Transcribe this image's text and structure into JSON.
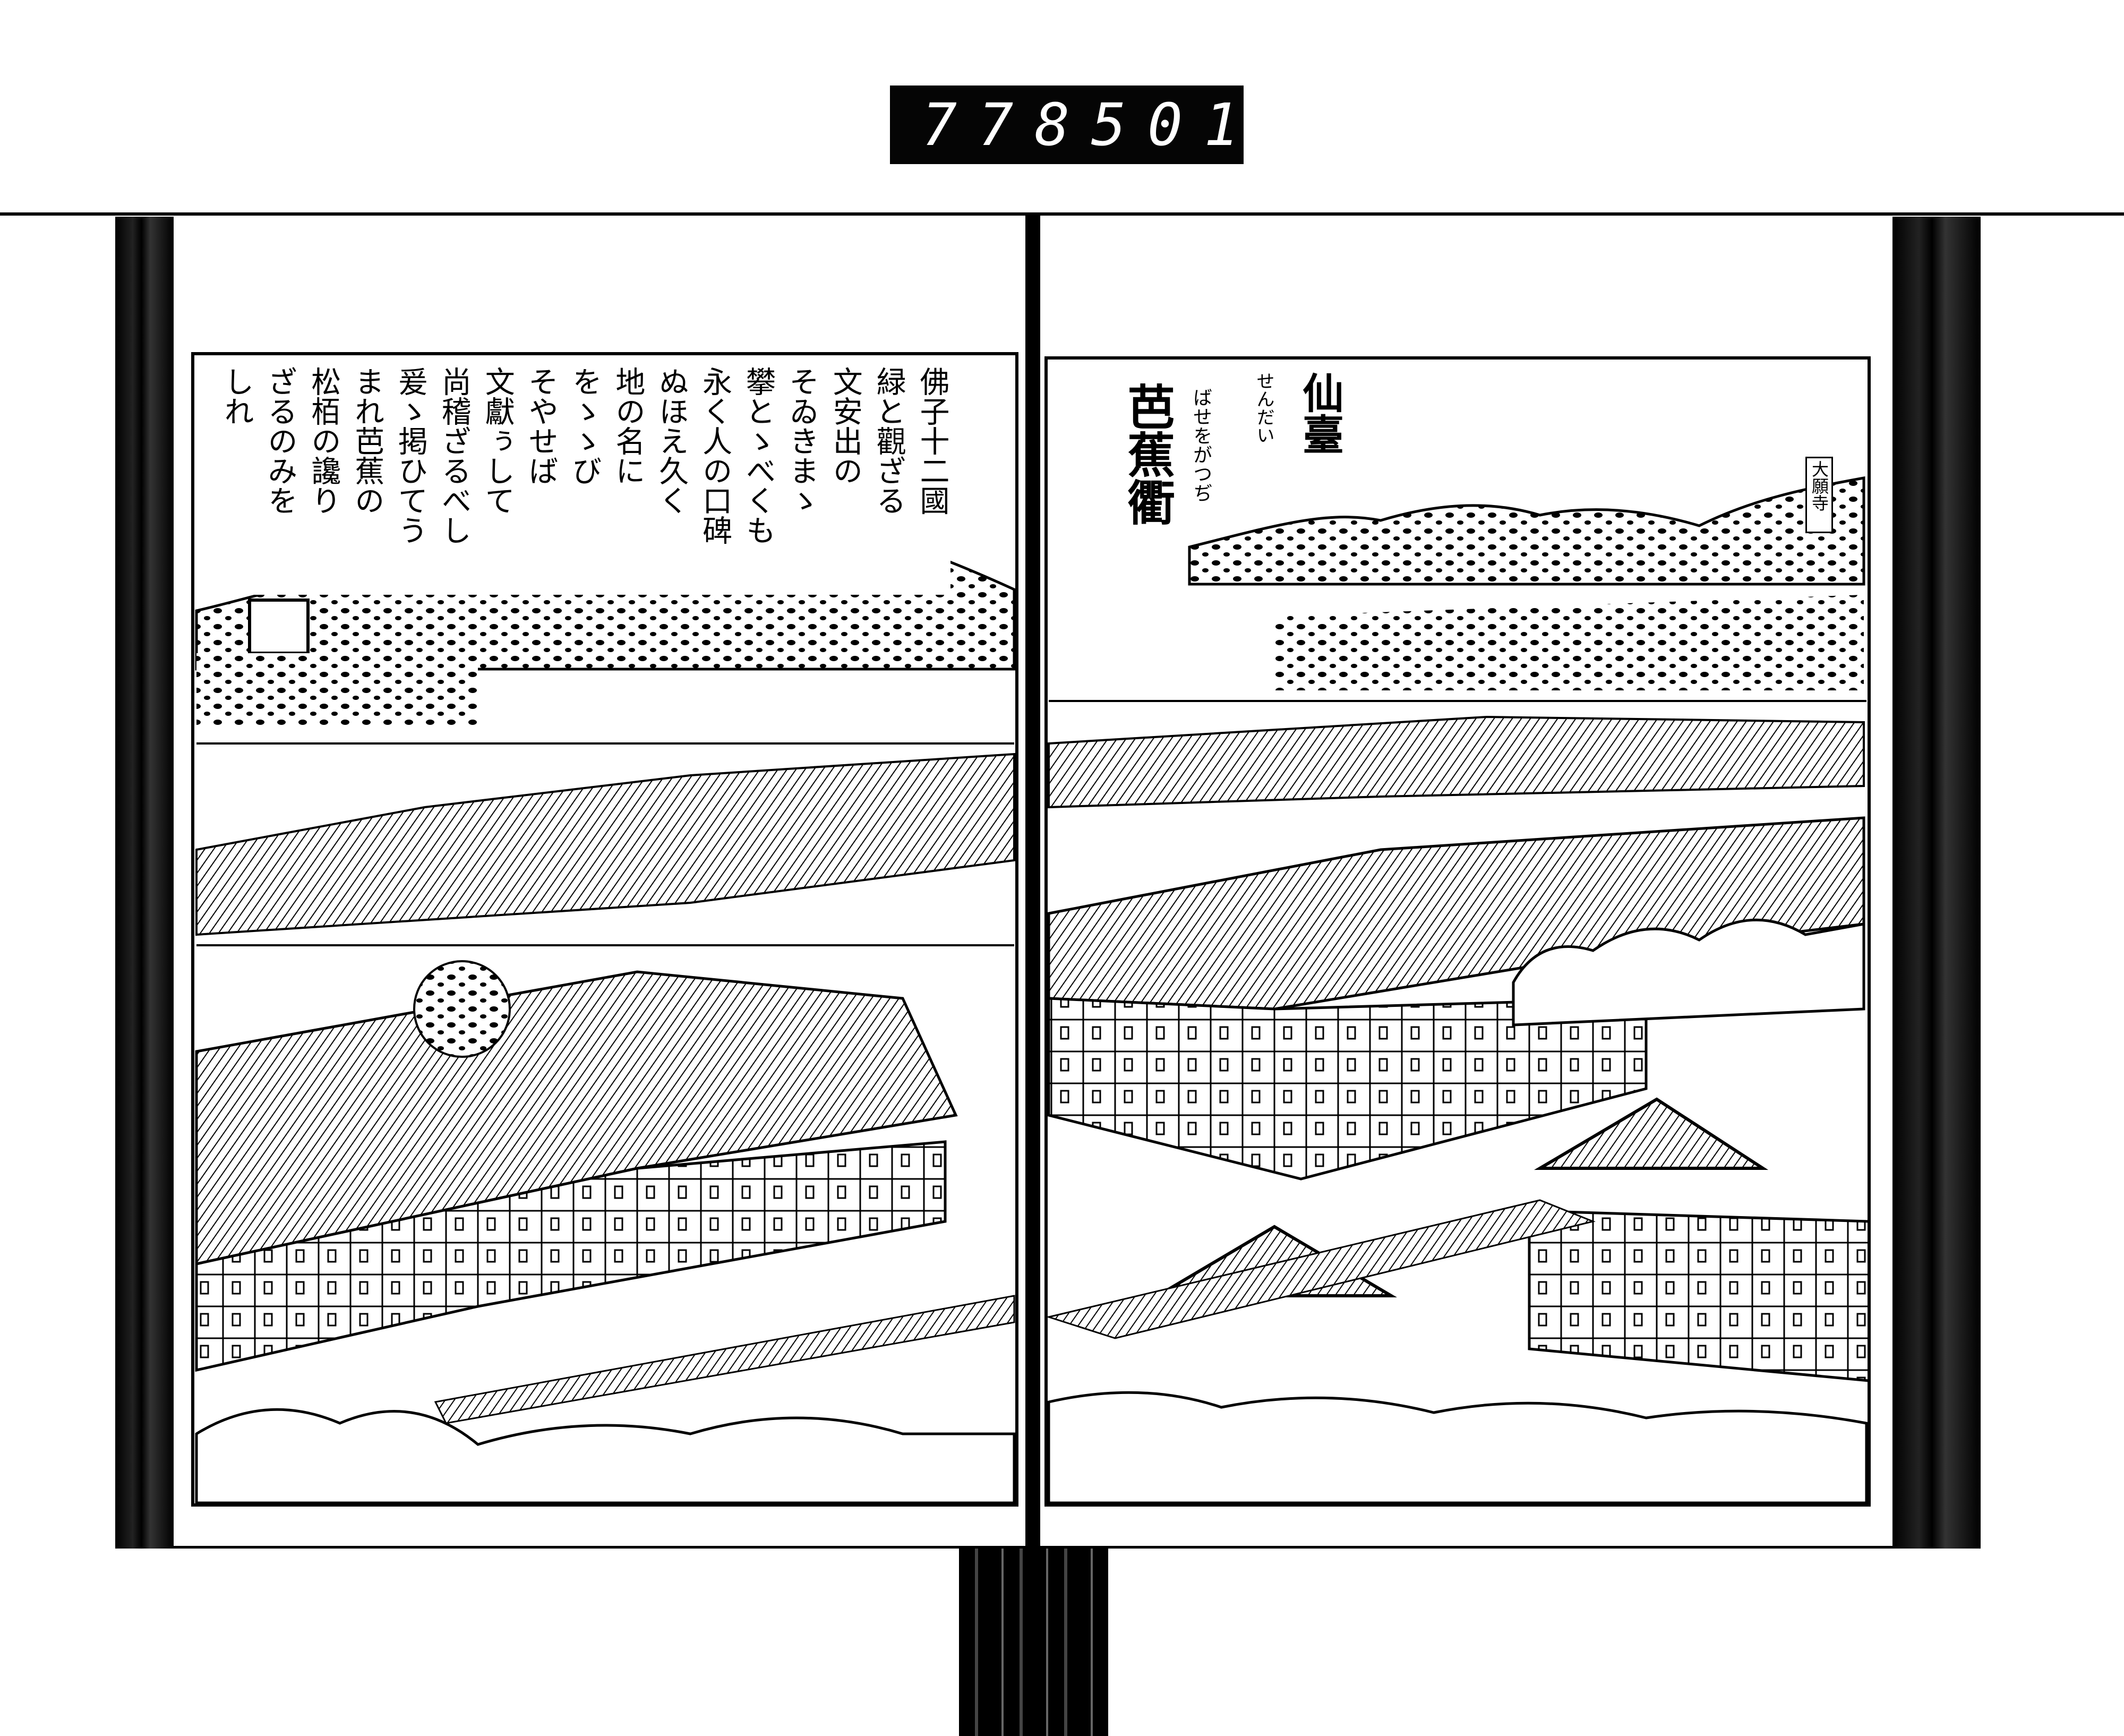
{
  "accession_label": {
    "left": "778",
    "right": "501."
  },
  "right_page": {
    "title_line1": "仙臺",
    "title_line1_reading": "せんだい",
    "title_line2": "芭蕉衢",
    "title_line2_reading": "ばせをがつぢ",
    "small_label": "大願寺"
  },
  "left_page": {
    "poem_columns": [
      "佛子十二國",
      "緑と觀ざる",
      "文安出の",
      "そゐきまゝ",
      "攀とゝべくも",
      "永く人の口碑",
      "ぬほえ久く",
      "地の名に",
      "をゝゝび",
      "そやせば",
      "文獻ぅして",
      "尚稽ざるべし",
      "爰ゝ掲ひてう",
      "まれ芭蕉の",
      "松栢の讒り",
      "ざるのみを",
      "しれ"
    ]
  }
}
